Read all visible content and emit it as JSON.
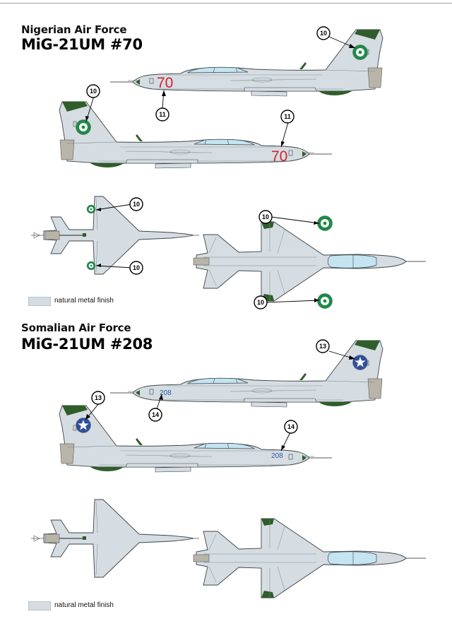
{
  "sections": [
    {
      "force": "Nigerian Air Force",
      "model": "MiG-21UM #70",
      "serial": "70",
      "serial_color": "#d2232a",
      "roundel_style": "nigeria",
      "roundel_callout": "10",
      "serial_callout": "11",
      "legend": "natural metal finish"
    },
    {
      "force": "Somalian Air Force",
      "model": "MiG-21UM #208",
      "serial": "208",
      "serial_color": "#2f57a8",
      "roundel_style": "somalia",
      "roundel_callout": "13",
      "serial_callout": "14",
      "legend": "natural metal finish"
    }
  ],
  "colors": {
    "metal": "#d5dde2",
    "panel_line": "#7c878e",
    "outline": "#3e4449",
    "green": "#2f5e2a",
    "canopy": "#c4e4f2",
    "nigeria_green": "#1a8c45",
    "somalia_blue": "#2f4f9e"
  }
}
